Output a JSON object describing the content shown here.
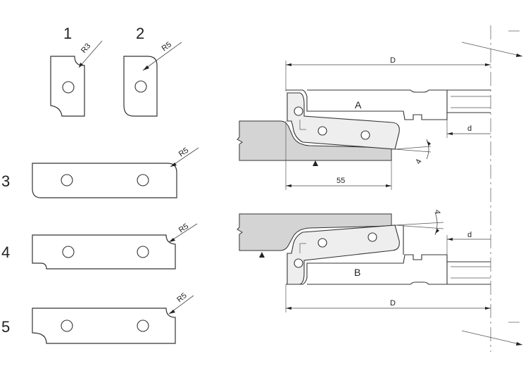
{
  "profiles": [
    {
      "number": "1",
      "radius_label": "R3"
    },
    {
      "number": "2",
      "radius_label": "R5"
    },
    {
      "number": "3",
      "radius_label": "R5"
    },
    {
      "number": "4",
      "radius_label": "R5"
    },
    {
      "number": "5",
      "radius_label": "R5"
    }
  ],
  "assembly_a": {
    "label": "A",
    "dim_overall": "D",
    "dim_depth": "d",
    "dim_width": "55",
    "dim_angle": "4"
  },
  "assembly_b": {
    "label": "B",
    "dim_overall": "D",
    "dim_depth": "d",
    "dim_angle": "4"
  },
  "colors": {
    "stock": "#d4d4d4",
    "knife": "#eeeeee",
    "line": "#333333"
  }
}
